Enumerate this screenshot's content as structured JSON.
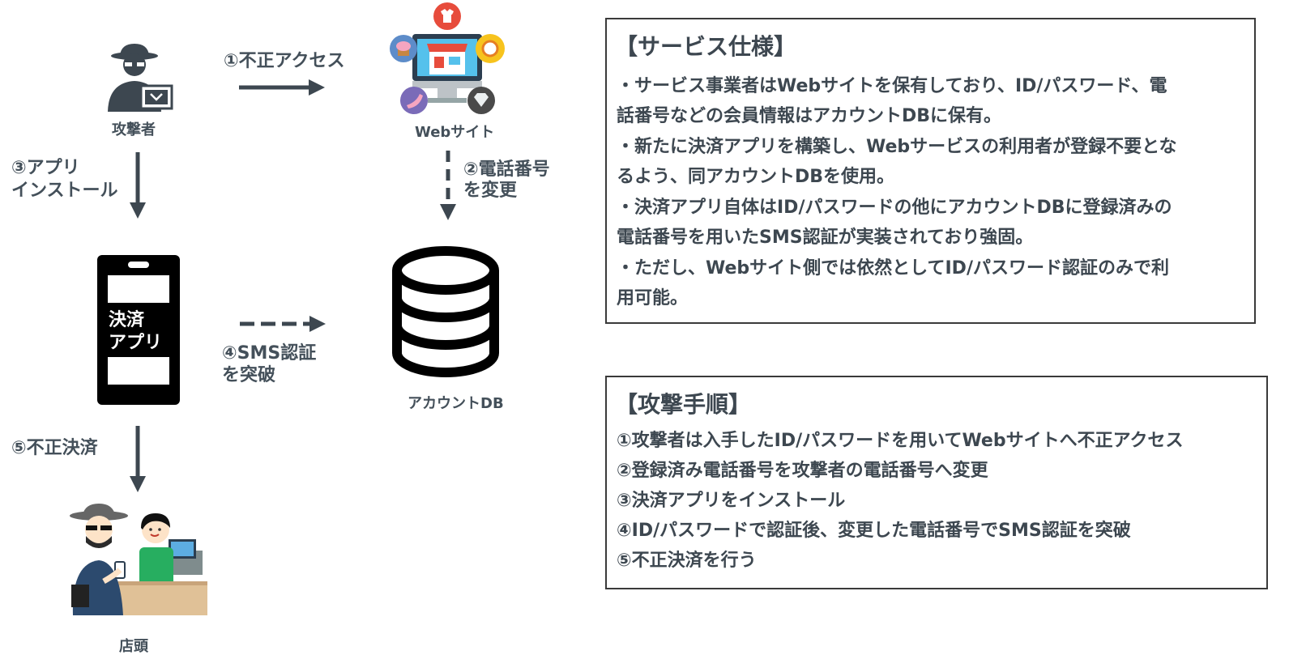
{
  "nodes": {
    "attacker": "攻撃者",
    "website": "Webサイト",
    "app_line1": "決済",
    "app_line2": "アプリ",
    "database": "アカウントDB",
    "store": "店頭"
  },
  "steps": {
    "s1": "①不正アクセス",
    "s2_line1": "②電話番号",
    "s2_line2": "を変更",
    "s3_line1": "③アプリ",
    "s3_line2": "インストール",
    "s4_line1": "④SMS認証",
    "s4_line2": "を突破",
    "s5": "⑤不正決済"
  },
  "service_spec": {
    "title": "【サービス仕様】",
    "lines": [
      "・サービス事業者はWebサイトを保有しており、ID/パスワード、電",
      "話番号などの会員情報はアカウントDBに保有。",
      "・新たに決済アプリを構築し、Webサービスの利用者が登録不要とな",
      "るよう、同アカウントDBを使用。",
      "・決済アプリ自体はID/パスワードの他にアカウントDBに登録済みの",
      "電話番号を用いたSMS認証が実装されており強固。",
      "・ただし、Webサイト側では依然としてID/パスワード認証のみで利",
      "用可能。"
    ]
  },
  "attack_steps": {
    "title": "【攻撃手順】",
    "lines": [
      "①攻撃者は入手したID/パスワードを用いてWebサイトへ不正アクセス",
      "②登録済み電話番号を攻撃者の電話番号へ変更",
      "③決済アプリをインストール",
      "④ID/パスワードで認証後、変更した電話番号でSMS認証を突破",
      "⑤不正決済を行う"
    ]
  }
}
